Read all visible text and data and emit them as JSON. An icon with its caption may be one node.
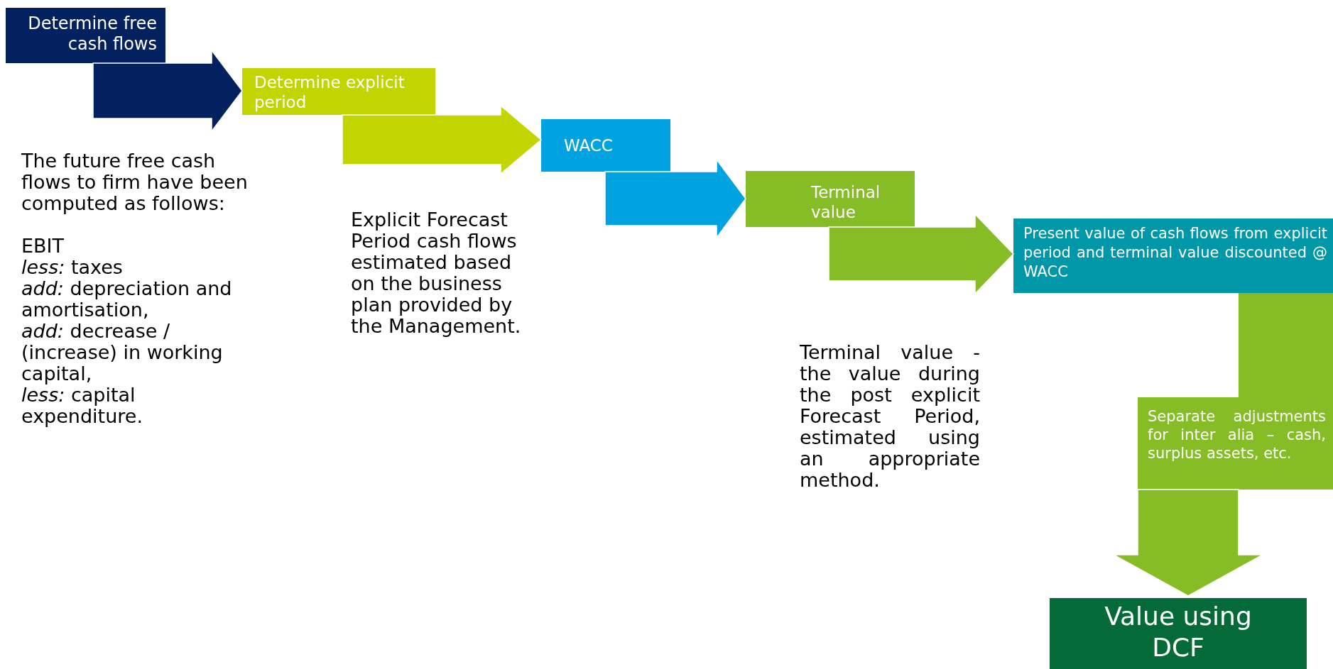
{
  "diagram": {
    "nodes": [
      {
        "text": [
          "Determine free cash flows"
        ],
        "beside": [
          "The future free cash flows to firm have been computed as follows:",
          "EBIT",
          "*less:* taxes",
          "*add:* depreciation and amortisation,",
          "*add:* decrease / (increase) in working capital,",
          "*less:* capital expenditure."
        ]
      },
      {
        "text": [
          "Determine explicit period"
        ]
      },
      {
        "text": [
          "WACC"
        ]
      },
      {
        "text": [
          "Terminal value"
        ]
      },
      {
        "text": [
          "Present value of cash flows from explicit period and terminal value discounted @ WACC"
        ]
      },
      {
        "text": [
          "Separate adjustments for inter alia – cash, surplus assets, etc."
        ]
      },
      {
        "text": [
          "Value using DCF"
        ]
      }
    ],
    "edges": [
      {
        "from": 0,
        "to": 1,
        "arrow": "to",
        "color": "#03205f"
      },
      {
        "from": 1,
        "to": 2,
        "arrow": "to",
        "color": "#c2d500"
      },
      {
        "from": 2,
        "to": 3,
        "arrow": "to",
        "color": "#00a3e0"
      },
      {
        "from": 3,
        "to": 4,
        "arrow": "to"
      },
      {
        "from": 4,
        "to": 5,
        "arrow": "none"
      },
      {
        "from": 5,
        "to": 6,
        "arrow": "to"
      }
    ],
    "labels": [
      "Explicit Forecast Period cash flows estimated based on the business plan provided by the Management.",
      "Terminal value - the value during the post explicit Forecast Period, estimated using an appropriate method."
    ]
  }
}
